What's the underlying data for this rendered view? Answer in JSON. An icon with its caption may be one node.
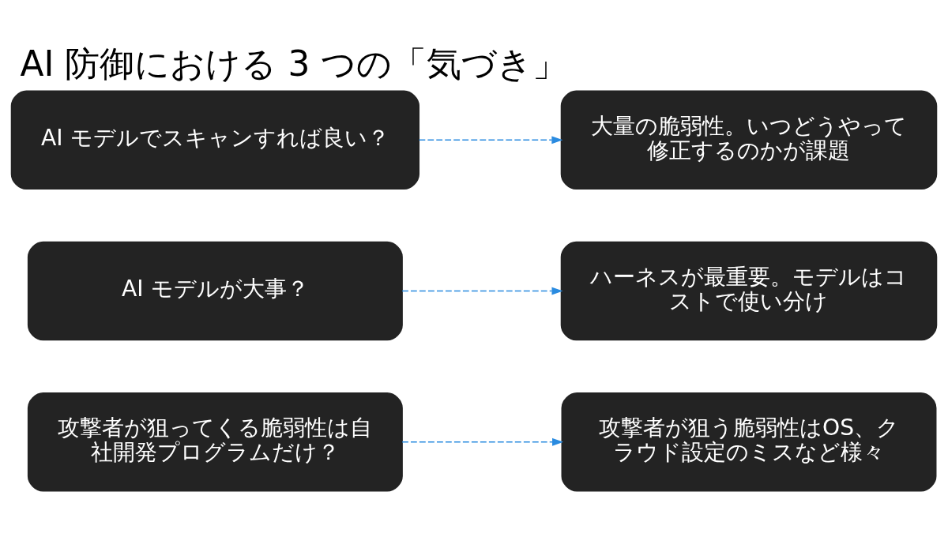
{
  "diagram": {
    "title": "AI 防御における 3 つの「気づき」",
    "nodes": [
      {
        "text": [
          "攻撃者が狙ってくる脆弱性は自社開発プログラムだけ？"
        ]
      },
      {
        "text": [
          "攻撃者が狙う脆弱性はOS、クラウド設定のミスなど様々"
        ]
      },
      {
        "text": [
          "AI モデルが大事？"
        ]
      },
      {
        "text": [
          "ハーネスが最重要。モデルはコストで使い分け"
        ]
      },
      {
        "text": [
          "AI モデルでスキャンすれば良い？"
        ]
      },
      {
        "text": [
          "大量の脆弱性。いつどうやって修正するのかが課題"
        ]
      }
    ],
    "edges": [
      {
        "from": 0,
        "to": 1,
        "arrow": "to",
        "style": "dashed"
      },
      {
        "from": 2,
        "to": 3,
        "arrow": "to",
        "style": "dashed"
      },
      {
        "from": 4,
        "to": 5,
        "arrow": "to",
        "style": "dashed"
      }
    ]
  }
}
